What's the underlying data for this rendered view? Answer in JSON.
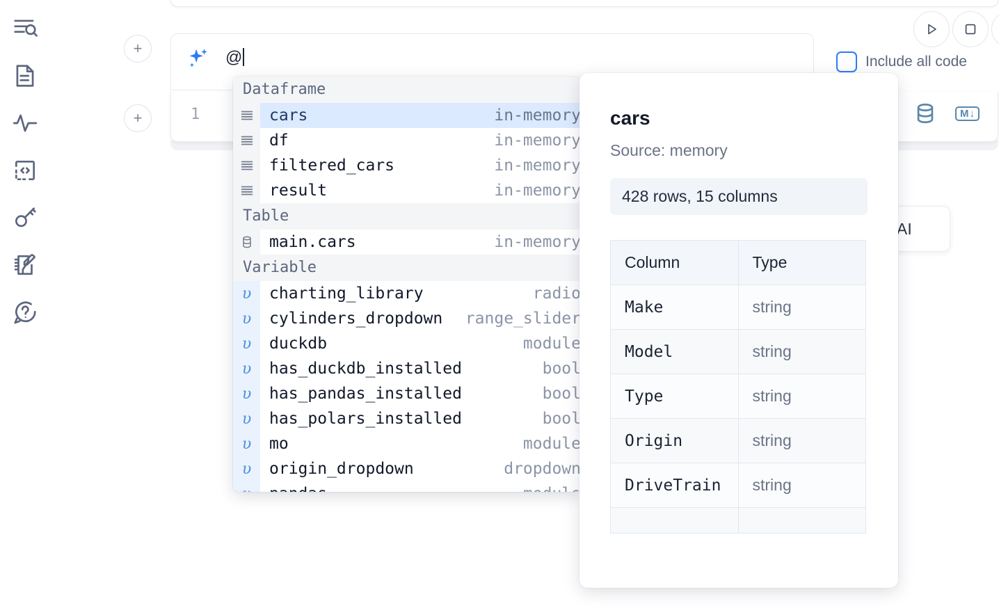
{
  "rail": {
    "items": [
      {
        "name": "outline-search-icon",
        "label": "Outline"
      },
      {
        "name": "file-document-icon",
        "label": "Files"
      },
      {
        "name": "activity-pulse-icon",
        "label": "Variables"
      },
      {
        "name": "code-brackets-icon",
        "label": "Snippets"
      },
      {
        "name": "key-icon",
        "label": "Secrets"
      },
      {
        "name": "notebook-edit-icon",
        "label": "Scratchpad"
      },
      {
        "name": "help-chat-icon",
        "label": "Help"
      }
    ]
  },
  "toolbar": {
    "run_label": "Run",
    "stop_label": "Stop",
    "include_all_code_label": "Include all code",
    "include_all_code_checked": false,
    "accent_color": "#2b7cf5"
  },
  "prompt": {
    "value": "@",
    "sparkle_icon": "ai-sparkle-icon"
  },
  "cell": {
    "line_number": "1",
    "icons": [
      {
        "name": "database-icon"
      },
      {
        "name": "markdown-icon",
        "label": "M"
      }
    ]
  },
  "background_card": {
    "text": "h AI"
  },
  "autocomplete": {
    "sections": [
      {
        "title": "Dataframe",
        "icon": "dataframe-icon",
        "items": [
          {
            "name": "cars",
            "meta": "in-memory",
            "selected": true
          },
          {
            "name": "df",
            "meta": "in-memory",
            "selected": false
          },
          {
            "name": "filtered_cars",
            "meta": "in-memory",
            "selected": false
          },
          {
            "name": "result",
            "meta": "in-memory",
            "selected": false
          }
        ]
      },
      {
        "title": "Table",
        "icon": "table-database-icon",
        "items": [
          {
            "name": "main.cars",
            "meta": "in-memory",
            "selected": false
          }
        ]
      },
      {
        "title": "Variable",
        "icon": "variable-icon",
        "items": [
          {
            "name": "charting_library",
            "meta": "radio",
            "selected": false
          },
          {
            "name": "cylinders_dropdown",
            "meta": "range_slider",
            "selected": false
          },
          {
            "name": "duckdb",
            "meta": "module",
            "selected": false
          },
          {
            "name": "has_duckdb_installed",
            "meta": "bool",
            "selected": false
          },
          {
            "name": "has_pandas_installed",
            "meta": "bool",
            "selected": false
          },
          {
            "name": "has_polars_installed",
            "meta": "bool",
            "selected": false
          },
          {
            "name": "mo",
            "meta": "module",
            "selected": false
          },
          {
            "name": "origin_dropdown",
            "meta": "dropdown",
            "selected": false
          },
          {
            "name": "pandas",
            "meta": "module",
            "selected": false
          }
        ]
      }
    ]
  },
  "doc": {
    "title": "cars",
    "source": "Source: memory",
    "shape": "428 rows, 15 columns",
    "table": {
      "headers": [
        "Column",
        "Type"
      ],
      "rows": [
        [
          "Make",
          "string"
        ],
        [
          "Model",
          "string"
        ],
        [
          "Type",
          "string"
        ],
        [
          "Origin",
          "string"
        ],
        [
          "DriveTrain",
          "string"
        ],
        [
          "",
          ""
        ]
      ]
    }
  }
}
